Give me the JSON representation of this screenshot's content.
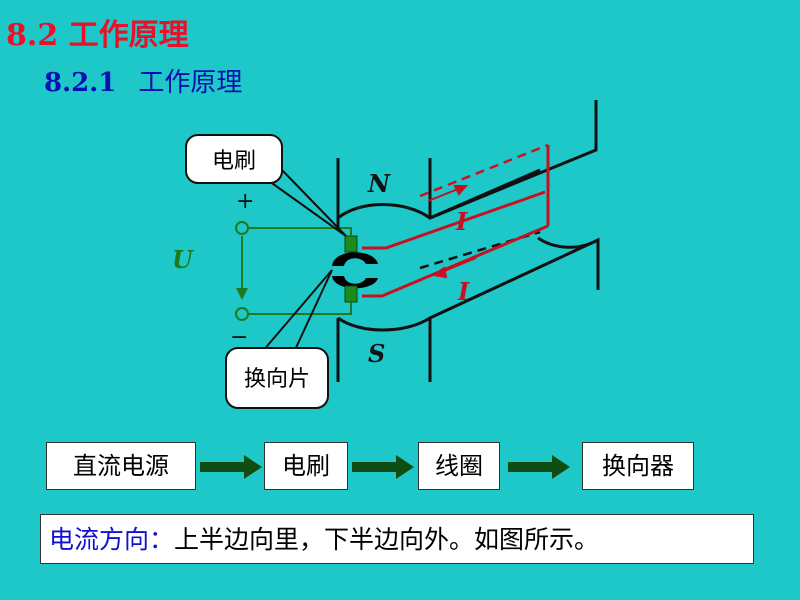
{
  "title": "8.2 工作原理",
  "subtitle": {
    "number": "8.2.1",
    "text": "工作原理"
  },
  "diagram": {
    "callout_brush": "电刷",
    "callout_commutator": "换向片",
    "pole_north": "N",
    "pole_south": "S",
    "plus": "+",
    "minus": "−",
    "voltage": "U",
    "current_top": "I",
    "current_bottom": "I"
  },
  "flow": [
    "直流电源",
    "电刷",
    "线圈",
    "换向器"
  ],
  "caption": {
    "label": "电流方向：",
    "text": "上半边向里，下半边向外。如图所示。"
  }
}
